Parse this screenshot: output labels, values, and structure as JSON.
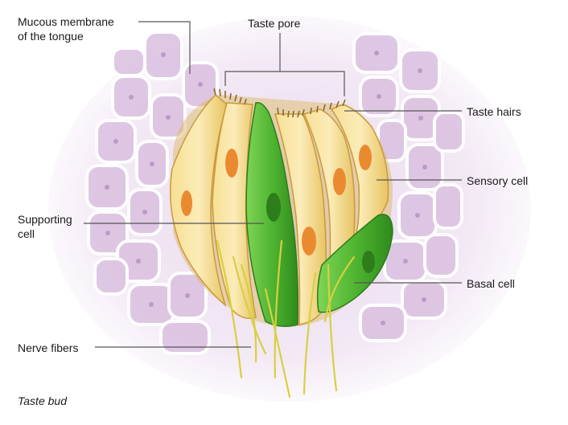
{
  "labels": {
    "mucous_membrane_line1": "Mucous membrane",
    "mucous_membrane_line2": "of the tongue",
    "taste_pore": "Taste pore",
    "taste_hairs": "Taste hairs",
    "sensory_cell": "Sensory cell",
    "supporting_cell_line1": "Supporting",
    "supporting_cell_line2": "cell",
    "basal_cell": "Basal cell",
    "nerve_fibers": "Nerve fibers"
  },
  "caption": "Taste bud",
  "colors": {
    "background": "#ffffff",
    "epithelial_cell": "#ddc6e3",
    "epithelial_outline": "#ffffff",
    "nucleus_purple": "#b590c0",
    "sensory_cell_fill": "#f2d27a",
    "sensory_cell_light": "#fbeebc",
    "nucleus_orange": "#ea8a30",
    "supporting_cell_fill": "#4fb531",
    "supporting_cell_dark": "#2d7d1a",
    "nerve_fiber": "#d8d040",
    "leader_line": "#555555"
  }
}
